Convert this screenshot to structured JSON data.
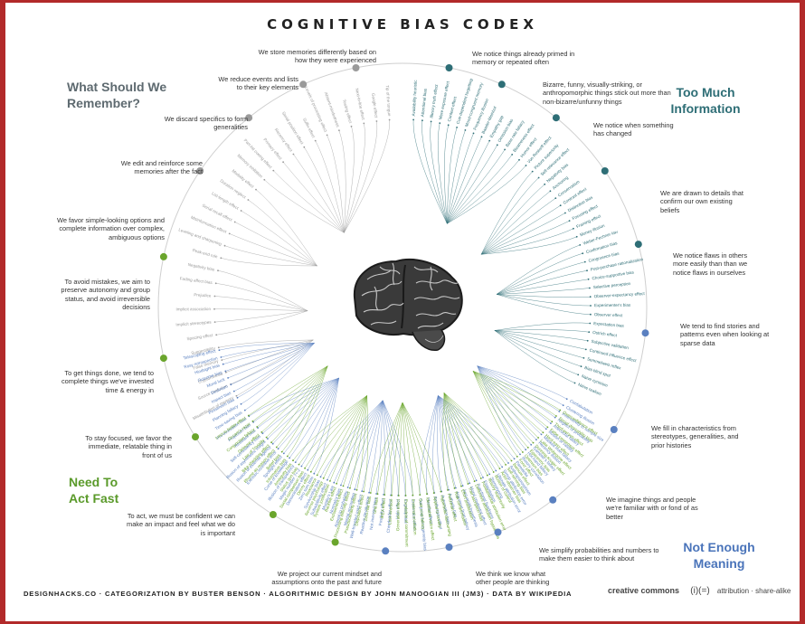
{
  "title": "COGNITIVE BIAS CODEX",
  "quadrants": [
    {
      "key": "what_remember",
      "label": "What Should We Remember?",
      "color": "#5e6a70"
    },
    {
      "key": "too_much_info",
      "label": "Too Much Information",
      "color": "#2e6e76"
    },
    {
      "key": "need_act_fast",
      "label": "Need To Act Fast",
      "color": "#5a9a2a"
    },
    {
      "key": "not_enough_meaning",
      "label": "Not Enough Meaning",
      "color": "#4a74ba"
    }
  ],
  "category_colors": {
    "gray": "#9a9a9a",
    "teal": "#2e6e76",
    "green": "#6aa52c",
    "blue": "#5a80c0"
  },
  "rim_labels": [
    {
      "text": "We store memories differently based on how they were experienced",
      "group": "gray"
    },
    {
      "text": "We notice things already primed in memory or repeated often",
      "group": "teal"
    },
    {
      "text": "We reduce events and lists to their key elements",
      "group": "gray"
    },
    {
      "text": "Bizarre, funny, visually-striking, or anthropomorphic things stick out more than non-bizarre/unfunny things",
      "group": "teal"
    },
    {
      "text": "We discard specifics to form generalities",
      "group": "gray"
    },
    {
      "text": "We notice when something has changed",
      "group": "teal"
    },
    {
      "text": "We edit and reinforce some memories after the fact",
      "group": "gray"
    },
    {
      "text": "We are drawn to details that confirm our own existing beliefs",
      "group": "teal"
    },
    {
      "text": "We favor simple-looking options and complete information over complex, ambiguous options",
      "group": "green"
    },
    {
      "text": "We notice flaws in others more easily than than we notice flaws in ourselves",
      "group": "teal"
    },
    {
      "text": "To avoid mistakes, we aim to preserve autonomy and group status, and avoid irreversible decisions",
      "group": "green"
    },
    {
      "text": "We tend to find stories and patterns even when looking at sparse data",
      "group": "blue"
    },
    {
      "text": "To get things done, we tend to complete things we've invested time & energy in",
      "group": "green"
    },
    {
      "text": "We fill in characteristics from stereotypes, generalities, and prior histories",
      "group": "blue"
    },
    {
      "text": "To stay focused, we favor the immediate, relatable thing in front of us",
      "group": "green"
    },
    {
      "text": "We imagine things and people we're familiar with or fond of as better",
      "group": "blue"
    },
    {
      "text": "To act, we must be confident we can make an impact and feel what we do is important",
      "group": "green"
    },
    {
      "text": "We simplify probabilities and numbers to make them easier to think about",
      "group": "blue"
    },
    {
      "text": "We project our current mindset and assumptions onto the past and future",
      "group": "blue"
    },
    {
      "text": "We think we know what other people are thinking",
      "group": "blue"
    }
  ],
  "biases": {
    "gray": [
      "Misattribution of memory",
      "Source confusion",
      "Cryptomnesia",
      "False memory",
      "Suggestibility",
      "Spacing effect",
      "Implicit stereotypes",
      "Implicit association",
      "Prejudice",
      "Fading affect bias",
      "Negativity bias",
      "Peak-end rule",
      "Leveling and sharpening",
      "Misinformation effect",
      "Serial recall effect",
      "List-length effect",
      "Duration neglect",
      "Modality effect",
      "Memory inhibition",
      "Part-list cueing effect",
      "Primacy effect",
      "Recency effect",
      "Serial position effect",
      "Suffix effect",
      "Levels of processing effect",
      "Absent-mindedness",
      "Testing effect",
      "Next-in-line effect",
      "Google effect",
      "Tip of the tongue"
    ],
    "teal": [
      "Availability heuristic",
      "Attentional bias",
      "Illusory truth effect",
      "Mere exposure effect",
      "Context effect",
      "Cue-dependent forgetting",
      "Mood-congruent memory",
      "Frequency illusion",
      "Baader-Meinhof",
      "Empathy gap",
      "Omission bias",
      "Base rate fallacy",
      "Bizarreness effect",
      "Humor effect",
      "Von Restorff effect",
      "Picture superiority",
      "Self-relevance effect",
      "Negativity bias",
      "Anchoring",
      "Conservatism",
      "Contrast effect",
      "Distinction bias",
      "Focusing effect",
      "Framing effect",
      "Money illusion",
      "Weber-Fechner law",
      "Confirmation bias",
      "Congruence bias",
      "Post-purchase rationalization",
      "Choice-supportive bias",
      "Selective perception",
      "Observer-expectancy effect",
      "Experimenter's bias",
      "Observer effect",
      "Expectation bias",
      "Ostrich effect",
      "Subjective validation",
      "Continued influence effect",
      "Semmelweis reflex",
      "Bias blind spot",
      "Naive cynicism",
      "Naive realism"
    ],
    "blue": [
      "Confabulation",
      "Clustering illusion",
      "Insensitivity to sample size",
      "Neglect of probability",
      "Anecdotal fallacy",
      "Illusion of validity",
      "Masked man fallacy",
      "Recency illusion",
      "Gambler's fallacy",
      "Hot-hand fallacy",
      "Illusory correlation",
      "Pareidolia",
      "Anthropomorphism",
      "Group attribution error",
      "Ultimate attribution error",
      "Stereotyping",
      "Essentialism",
      "Functional fixedness",
      "Moral credential effect",
      "Just-world hypothesis",
      "Argument from fallacy",
      "Authority bias",
      "Automation bias",
      "Bandwagon effect",
      "Placebo effect",
      "Out-group homogeneity bias",
      "Cross-race effect",
      "In-group bias",
      "Halo effect",
      "Cheerleader effect",
      "Positivity effect",
      "Not invented here",
      "Reactive devaluation",
      "Well-traveled road effect",
      "Mental accounting",
      "Appeal to probability",
      "Normalcy bias",
      "Murphy's Law",
      "Subadditivity effect",
      "Survivorship bias",
      "Zero sum bias",
      "Denomination effect",
      "Magic number 7+-2",
      "Illusion of transparency",
      "Curse of knowledge",
      "Spotlight effect",
      "Extrinsic incentive error",
      "Illusion of external agency",
      "Illusion of asymmetric insight",
      "Self-consistency bias",
      "Resistant bias",
      "Projection bias",
      "Pro-innovation bias",
      "Time-saving bias",
      "Planning fallacy",
      "Pessimism bias",
      "Impact bias",
      "Declinism",
      "Moral luck",
      "Outcome bias",
      "Hindsight bias",
      "Rosy retrospection",
      "Telescoping effect"
    ],
    "green": [
      "Less-is-better effect",
      "Occam's razor",
      "Conjunction fallacy",
      "Delmore effect",
      "Law of Triviality",
      "Bike-shedding effect",
      "Rhyme as reason effect",
      "Belief bias",
      "Information bias",
      "Ambiguity bias",
      "Status quo bias",
      "Social comparison bias",
      "Decoy effect",
      "Reactance",
      "Reverse psychology",
      "System justification",
      "Backfire effect",
      "Endowment effect",
      "Processing difficulty effect",
      "Pseudocertainty effect",
      "Disposition effect",
      "Zero-risk bias",
      "Unit bias",
      "IKEA effect",
      "Loss aversion",
      "Generation effect",
      "Escalation of commitment",
      "Irrational escalation",
      "Sunk cost fallacy",
      "Identifiable victim effect",
      "Appeal to novelty",
      "Hyperbolic discounting",
      "Peltzman effect",
      "Risk compensation",
      "Effort justification",
      "Trait ascription bias",
      "Defensive attribution hypothesis",
      "Fundamental attribution error",
      "Illusory superiority",
      "Illusion of control",
      "Actor-observer bias",
      "Self-serving bias",
      "Barnum effect",
      "Forer effect",
      "Optimism bias",
      "Egocentric bias",
      "Dunning-Kruger effect",
      "Lake Wobegone effect",
      "Hard-easy effect",
      "False consensus effect",
      "Third-person effect",
      "Social desirability bias",
      "Overconfidence effect"
    ]
  },
  "footer": "DESIGNHACKS.CO · CATEGORIZATION BY BUSTER BENSON · ALGORITHMIC DESIGN BY JOHN MANOOGIAN III (JM3) · DATA BY WIKIPEDIA",
  "license": {
    "logo": "creative commons",
    "icons": "(i)(=)",
    "text": "attribution · share-alike"
  }
}
